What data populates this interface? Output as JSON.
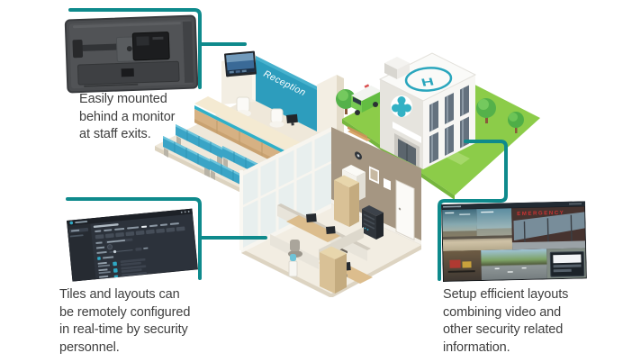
{
  "scene": {
    "captions": {
      "monitor": [
        "Easily mounted",
        "behind a monitor",
        "at staff exits."
      ],
      "config_ui": [
        "Tiles and layouts can",
        "be remotely configured",
        "in real-time by security",
        "personnel."
      ],
      "video_wall": [
        "Setup efficient layouts",
        "combining video and",
        "other security related",
        "information."
      ]
    },
    "labels": {
      "reception_wall_sign": "Reception",
      "helipad_letter": "H",
      "emergency_entrance_sign": "EMERGENCY"
    },
    "colors": {
      "background": "#ffffff",
      "connector_teal": "#0e8a8c",
      "caption_text": "#3e3e3e",
      "reception_wall_teal": "#2d9dbd",
      "bench_teal": "#3aa4c6",
      "hospital_grass_green": "#8ccc49",
      "ambulance_green": "#63bd42",
      "helipad_teal": "#2aa6bd",
      "config_ui_background": "#2c323b",
      "config_ui_toggle_teal": "#2fa8c4",
      "emergency_letters_red": "#cc3333"
    },
    "illustrations": [
      {
        "name": "back-of-monitor-photo"
      },
      {
        "name": "reception-area-isometric"
      },
      {
        "name": "hospital-building-isometric"
      },
      {
        "name": "office-room-isometric"
      },
      {
        "name": "config-ui-screenshot"
      },
      {
        "name": "video-wall-screenshot"
      }
    ]
  }
}
